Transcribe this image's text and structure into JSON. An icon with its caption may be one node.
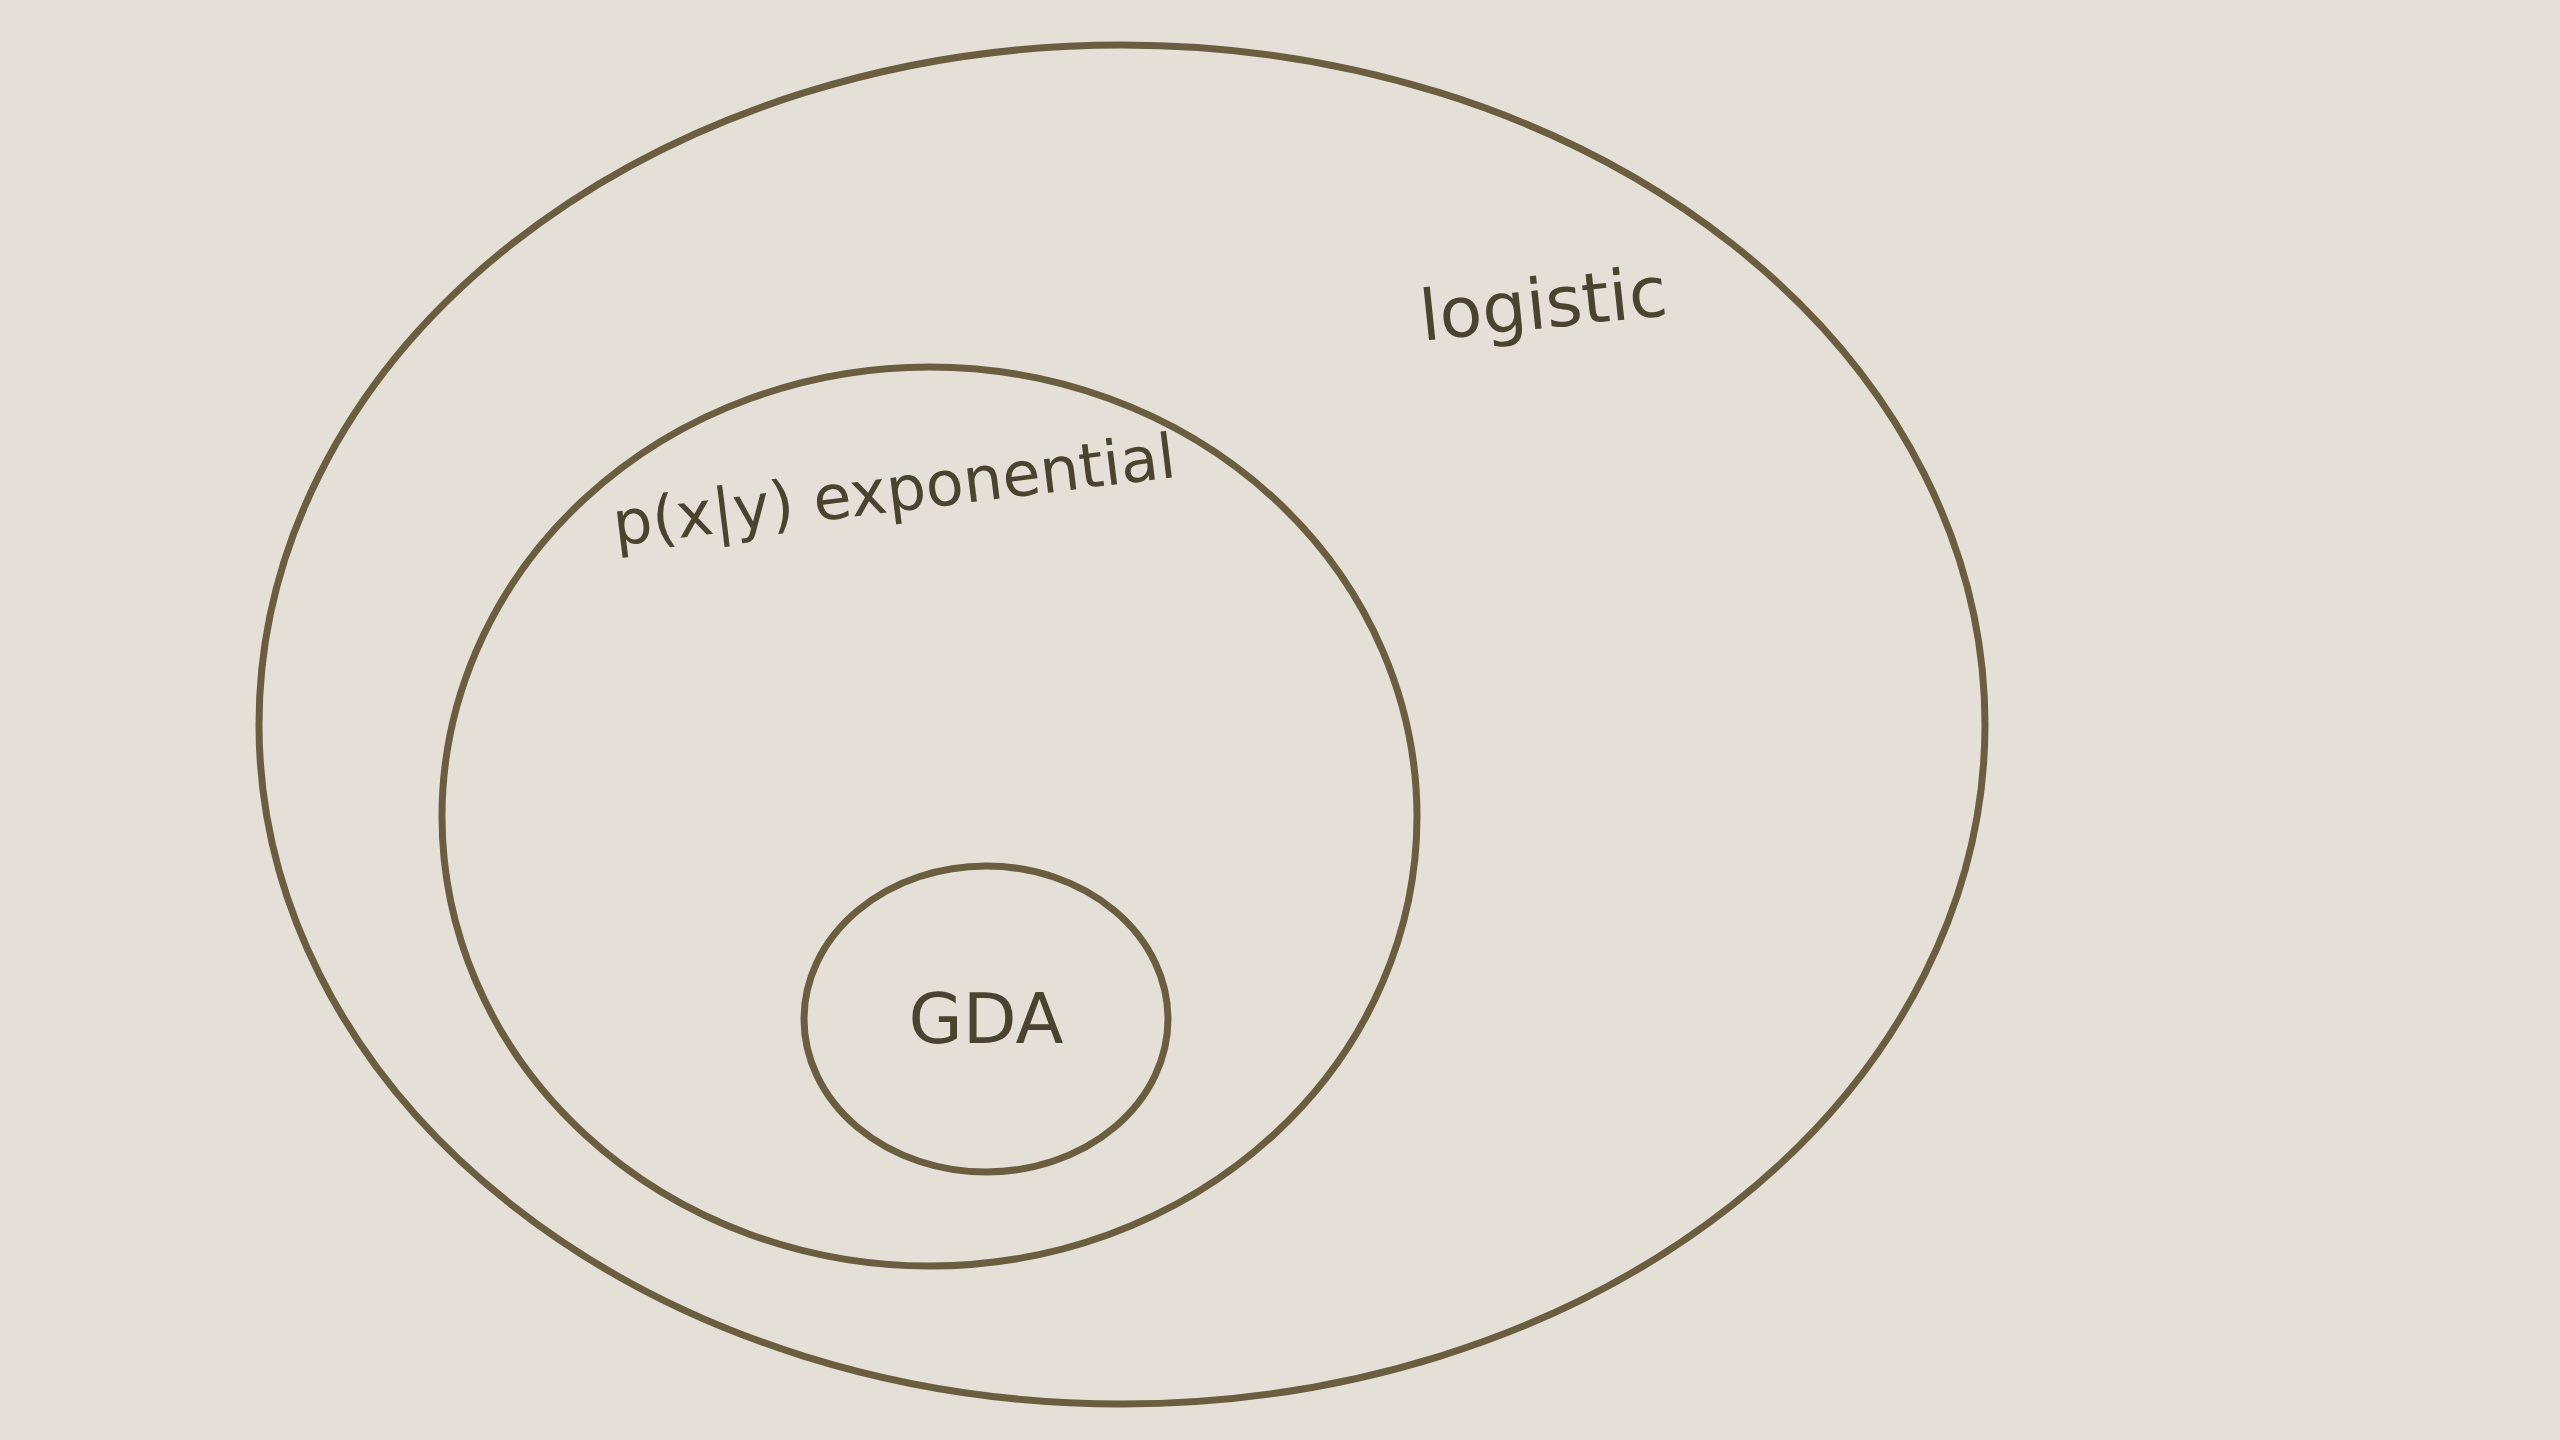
{
  "diagram": {
    "nodes": [
      {
        "text": [
          "logistic"
        ]
      },
      {
        "text": [
          "p(x|y) exponential"
        ],
        "in": 0
      },
      {
        "text": [
          "GDA"
        ],
        "in": 1
      }
    ]
  }
}
